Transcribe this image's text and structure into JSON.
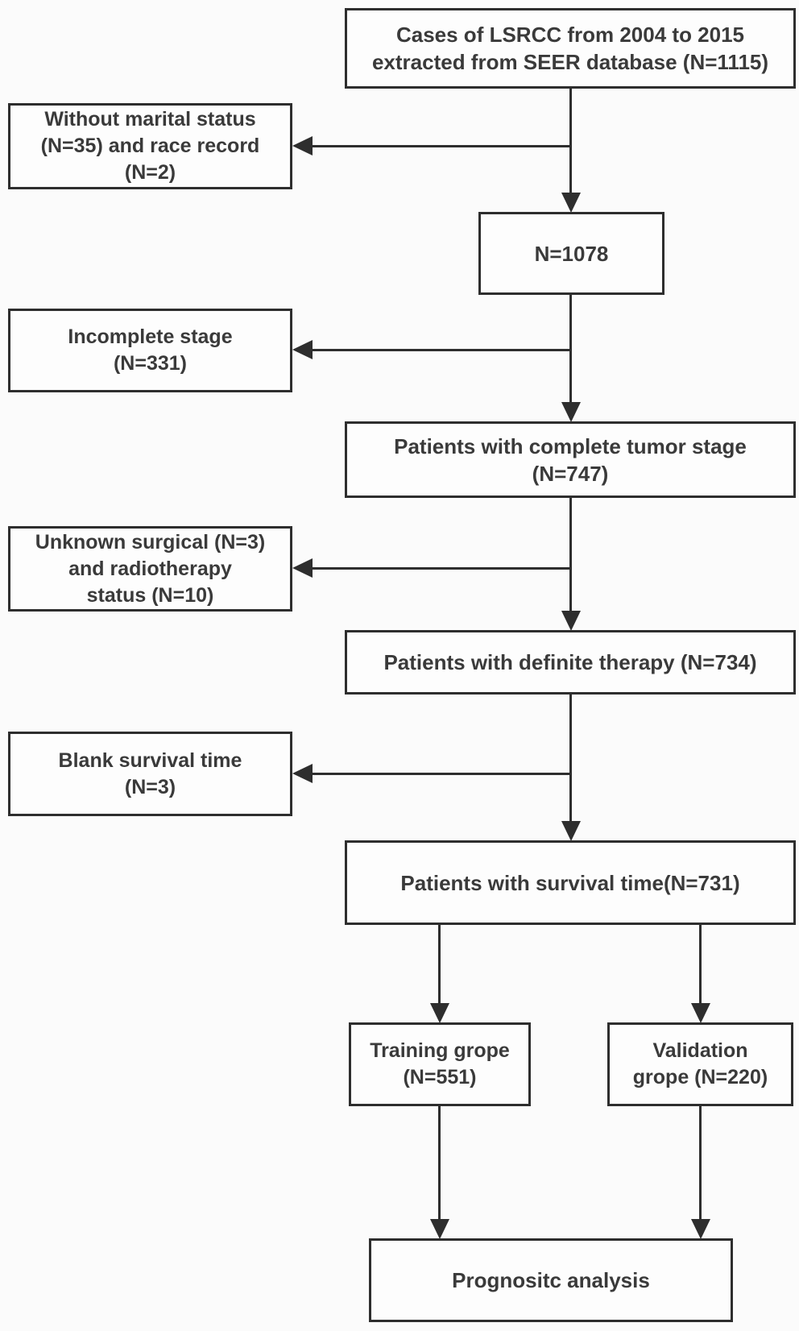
{
  "figure": {
    "type": "flowchart",
    "colors": {
      "border": "#2e2e2e",
      "line": "#2e2e2e",
      "text": "#3a3a3a",
      "box_fill": "#fdfdfd",
      "background": "#fbfbfb"
    }
  },
  "nodes": {
    "source": {
      "lines": [
        "Cases of LSRCC from 2004 to 2015",
        "extracted from SEER database (N=1115)"
      ]
    },
    "excl_marital_race": {
      "lines": [
        "Without marital status",
        "(N=35) and race record",
        "(N=2)"
      ]
    },
    "n1078": {
      "lines": [
        "N=1078"
      ]
    },
    "excl_incomplete_stage": {
      "lines": [
        "Incomplete stage",
        "(N=331)"
      ]
    },
    "complete_stage": {
      "lines": [
        "Patients with complete tumor stage",
        "(N=747)"
      ]
    },
    "excl_surgical_radio": {
      "lines": [
        "Unknown surgical (N=3)",
        "and radiotherapy",
        "status (N=10)"
      ]
    },
    "definite_therapy": {
      "lines": [
        "Patients with definite therapy (N=734)"
      ]
    },
    "excl_blank_survival": {
      "lines": [
        "Blank survival time",
        "(N=3)"
      ]
    },
    "survival_time": {
      "lines": [
        "Patients with survival time(N=731)"
      ]
    },
    "training": {
      "lines": [
        "Training grope",
        "(N=551)"
      ]
    },
    "validation": {
      "lines": [
        "Validation",
        "grope (N=220)"
      ]
    },
    "prognostic": {
      "lines": [
        "Prognositc analysis"
      ]
    }
  },
  "edges": [
    {
      "from": "source",
      "to": "n1078"
    },
    {
      "from": "source",
      "to": "excl_marital_race",
      "type": "exclusion"
    },
    {
      "from": "n1078",
      "to": "complete_stage"
    },
    {
      "from": "n1078",
      "to": "excl_incomplete_stage",
      "type": "exclusion"
    },
    {
      "from": "complete_stage",
      "to": "definite_therapy"
    },
    {
      "from": "complete_stage",
      "to": "excl_surgical_radio",
      "type": "exclusion"
    },
    {
      "from": "definite_therapy",
      "to": "survival_time"
    },
    {
      "from": "definite_therapy",
      "to": "excl_blank_survival",
      "type": "exclusion"
    },
    {
      "from": "survival_time",
      "to": "training"
    },
    {
      "from": "survival_time",
      "to": "validation"
    },
    {
      "from": "training",
      "to": "prognostic"
    },
    {
      "from": "validation",
      "to": "prognostic"
    }
  ]
}
